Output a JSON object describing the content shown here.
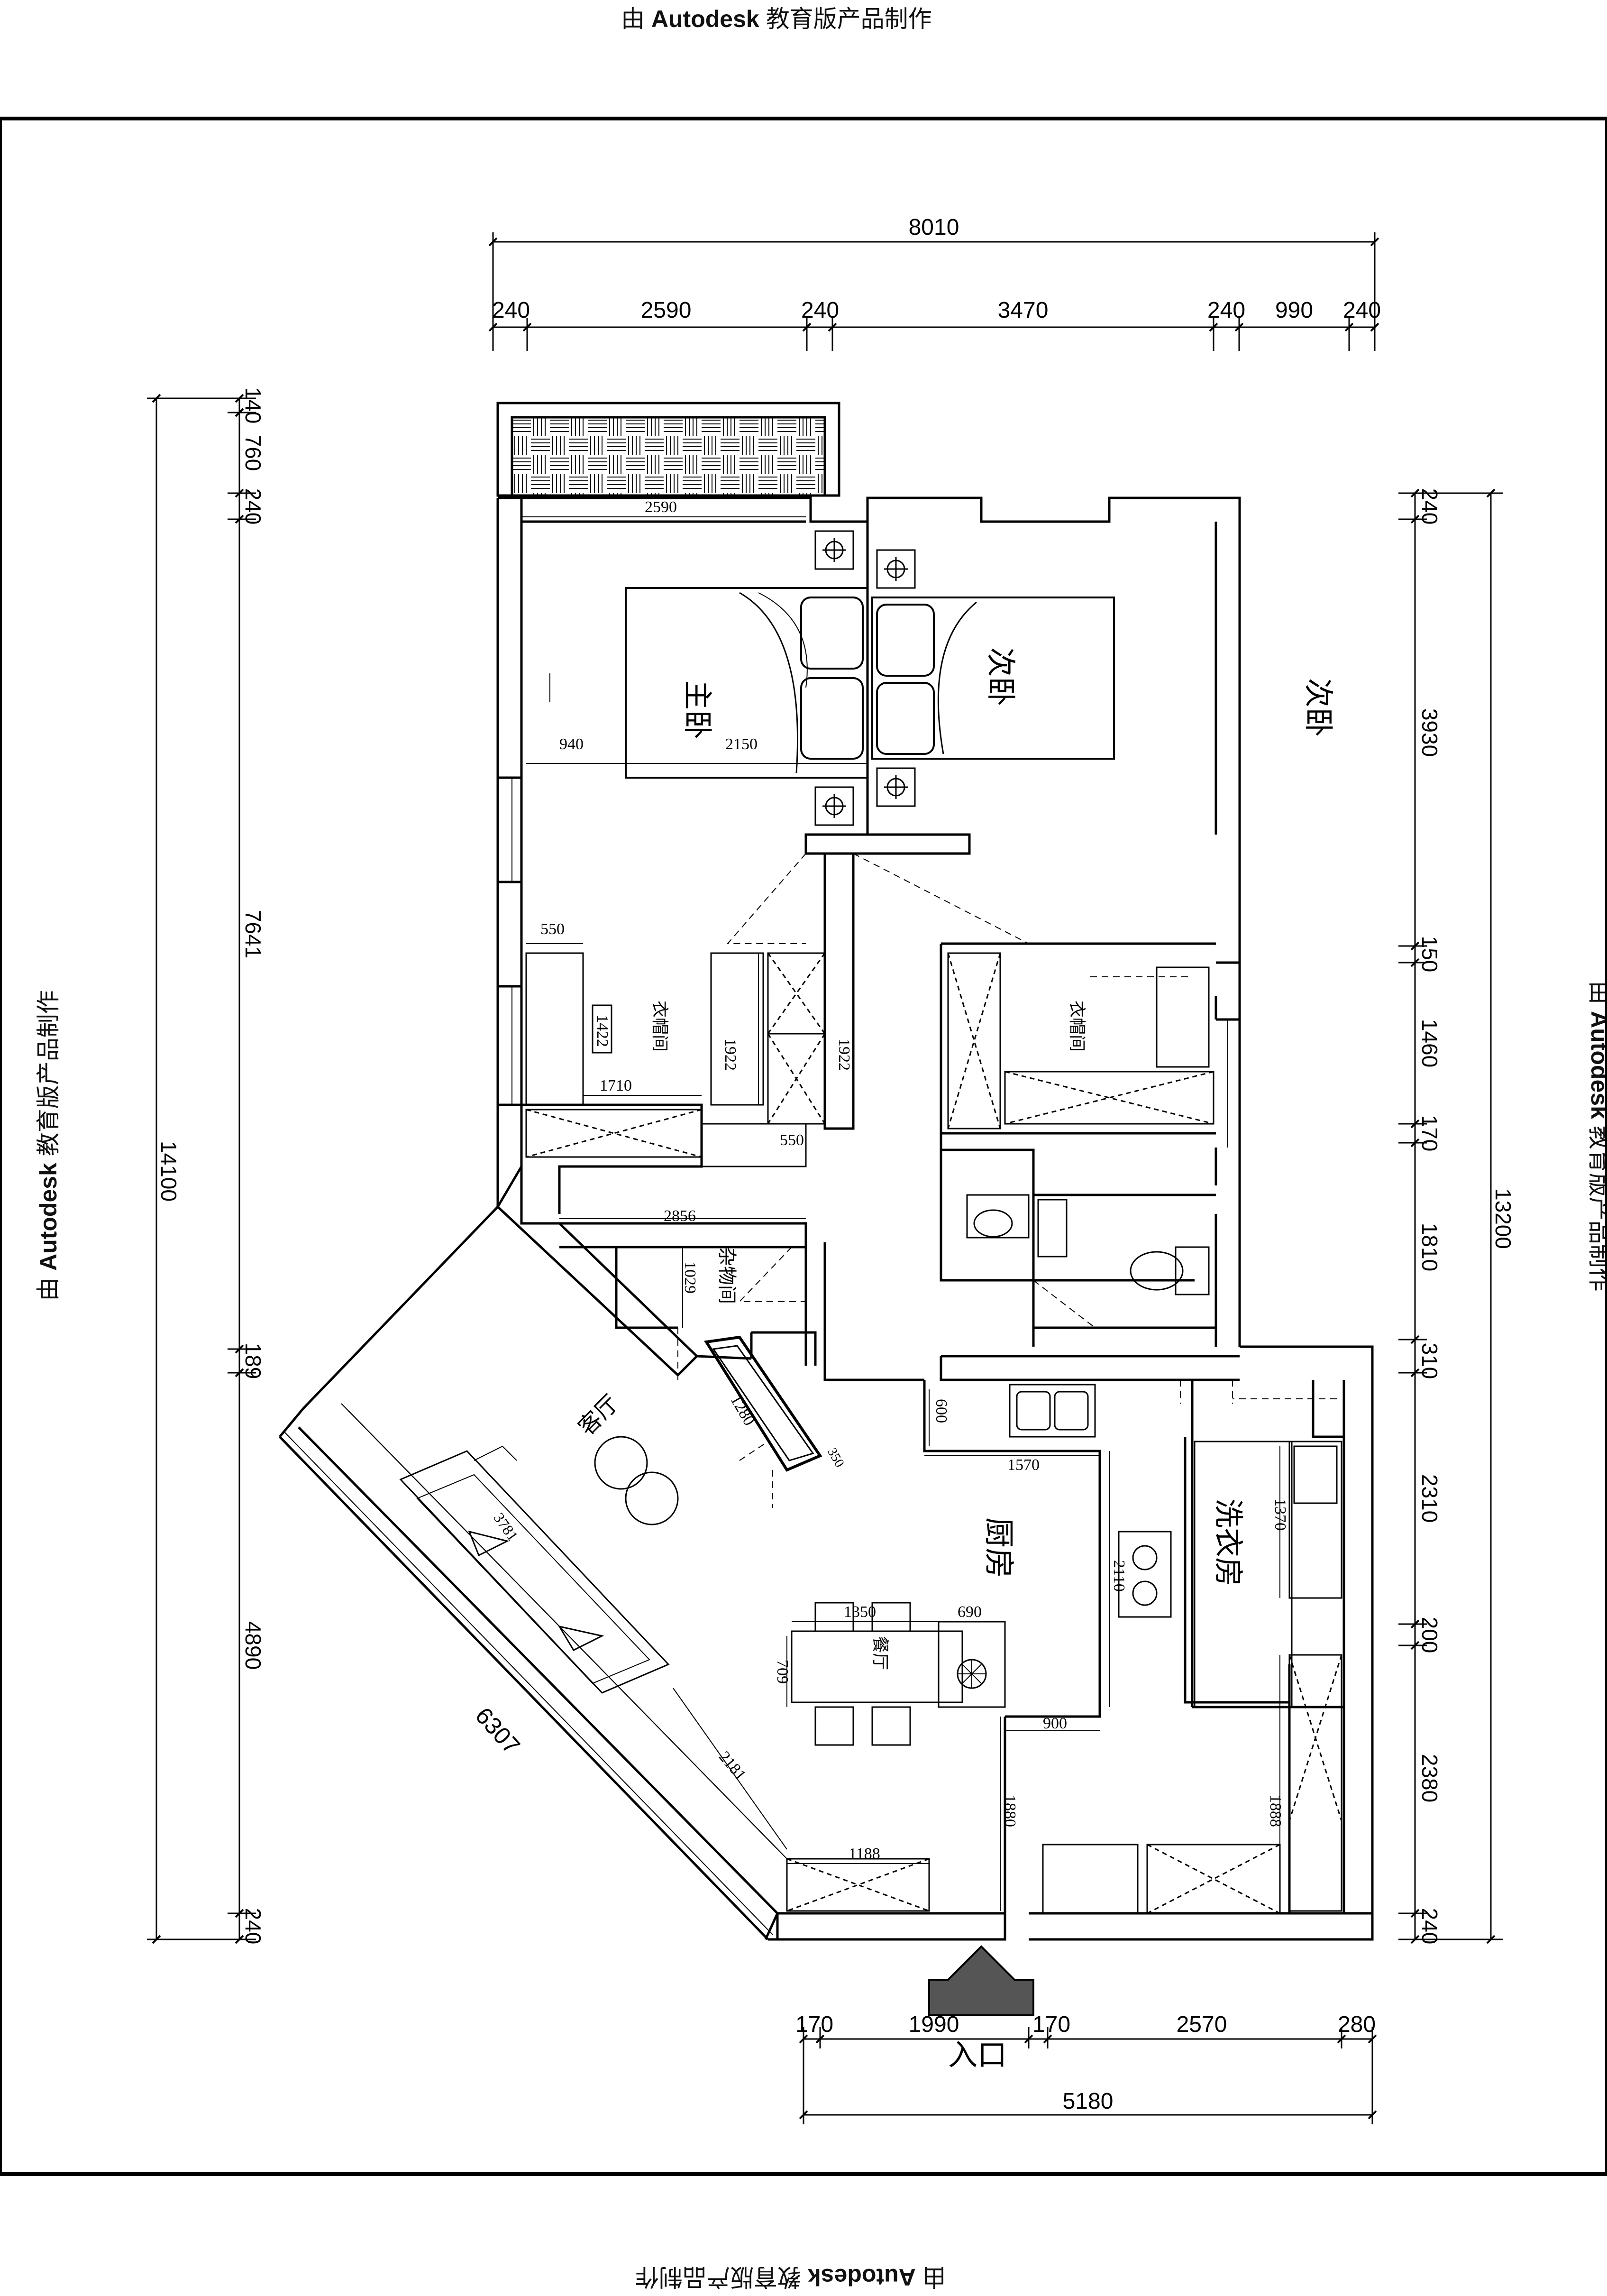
{
  "watermark": {
    "prefix": "由",
    "brand": "Autodesk",
    "suffix": "教育版产品制作"
  },
  "rooms": {
    "master_bedroom": "主卧",
    "second_bedroom": "次卧",
    "second_bedroom_right": "次卧",
    "closet_left": "衣帽间",
    "closet_right": "衣帽间",
    "storage": "杂物间",
    "living_room": "客厅",
    "kitchen": "厨房",
    "dining": "餐厅",
    "laundry": "洗衣房",
    "entrance": "入口"
  },
  "dimensions": {
    "top_total": "8010",
    "top_segments": [
      "240",
      "2590",
      "240",
      "3470",
      "240",
      "990",
      "240"
    ],
    "bottom_total": "5180",
    "bottom_segments": [
      "170",
      "1990",
      "170",
      "2570",
      "280"
    ],
    "left_total": "14100",
    "left_segments": [
      "140",
      "760",
      "240",
      "7641",
      "189",
      "4890",
      "240"
    ],
    "right_total": "13200",
    "right_segments": [
      "240",
      "3930",
      "150",
      "1460",
      "170",
      "1810",
      "310",
      "2310",
      "200",
      "2380",
      "240"
    ]
  },
  "interior_dims": {
    "balcony": "2590",
    "bed_side": "940",
    "bed_length": "2150",
    "closet_depth": "550",
    "closet_small": "1422",
    "closet_width": "1710",
    "wardrobe_a": "1922",
    "wardrobe_b": "1922",
    "wardrobe_depth": "550",
    "corridor": "2856",
    "storage_depth": "1029",
    "tv_wall": "1280",
    "tv_depth": "350",
    "sofa": "3781",
    "living_diag": "6307",
    "window_diag": "2181",
    "sink_depth": "600",
    "sink_len": "1570",
    "kitchen_len": "2110",
    "laundry_len": "1370",
    "table_len": "1350",
    "table_w": "709",
    "island_w": "690",
    "island_base": "900",
    "entry_wall": "1880",
    "bench": "1188",
    "cabinet_len": "1888"
  }
}
